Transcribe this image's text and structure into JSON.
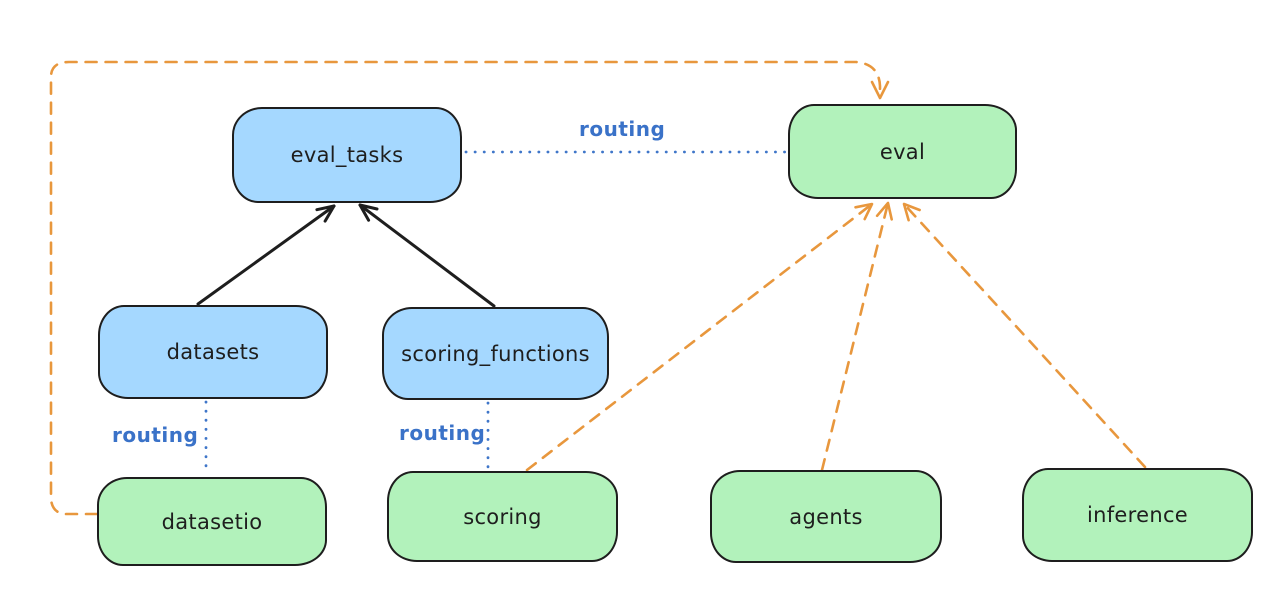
{
  "diagram": {
    "nodes": {
      "eval_tasks": {
        "label": "eval_tasks",
        "fill": "#a5d8ff"
      },
      "eval": {
        "label": "eval",
        "fill": "#b2f2bb"
      },
      "datasets": {
        "label": "datasets",
        "fill": "#a5d8ff"
      },
      "scoring_functions": {
        "label": "scoring_functions",
        "fill": "#a5d8ff"
      },
      "datasetio": {
        "label": "datasetio",
        "fill": "#b2f2bb"
      },
      "scoring": {
        "label": "scoring",
        "fill": "#b2f2bb"
      },
      "agents": {
        "label": "agents",
        "fill": "#b2f2bb"
      },
      "inference": {
        "label": "inference",
        "fill": "#b2f2bb"
      }
    },
    "edge_labels": {
      "routing_eval_tasks_eval": "routing",
      "routing_datasets_datasetio": "routing",
      "routing_scoring_functions_scoring": "routing"
    },
    "colors": {
      "blue_node_fill": "#a5d8ff",
      "green_node_fill": "#b2f2bb",
      "node_stroke": "#1e1e1e",
      "black_arrow": "#1e1e1e",
      "orange_dashed_arrow": "#e8973d",
      "blue_dotted_line": "#3f76c9",
      "routing_label_text": "#3a72c8",
      "background": "#ffffff"
    }
  }
}
